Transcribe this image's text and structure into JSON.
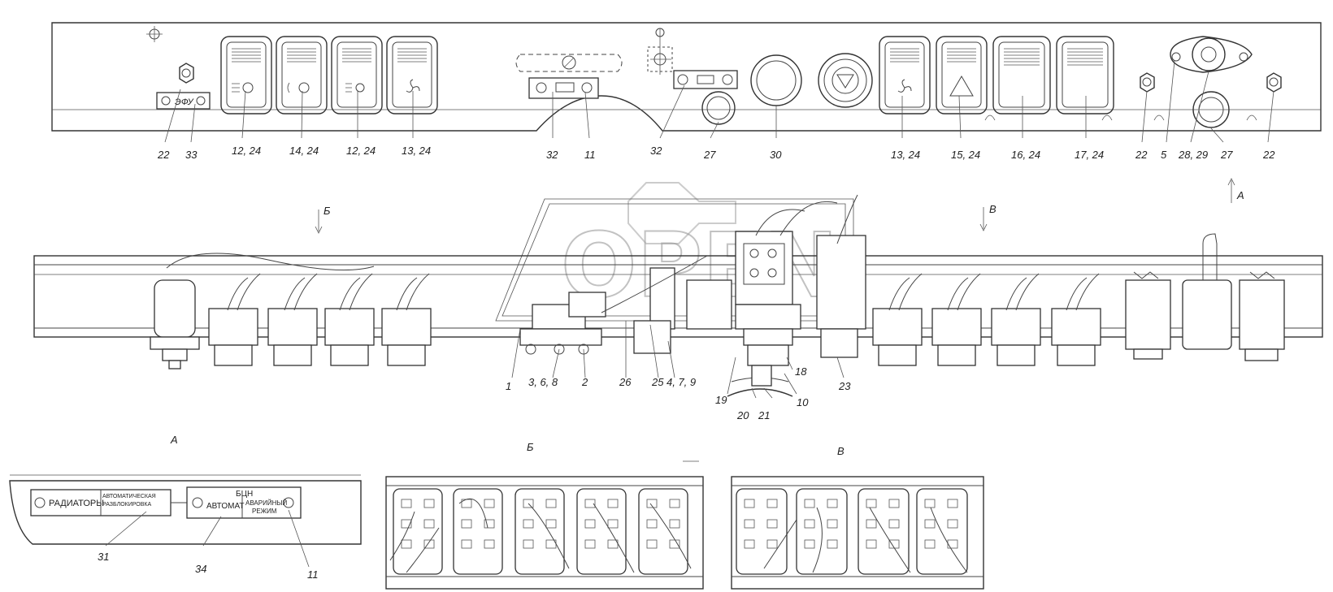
{
  "view_labels": {
    "a": "А",
    "b": "Б",
    "v": "В"
  },
  "top_panel": {
    "efu_plate": "ЭФУ",
    "callouts": [
      "22",
      "33",
      "12, 24",
      "14, 24",
      "12, 24",
      "13, 24",
      "32",
      "11",
      "32",
      "27",
      "30",
      "13, 24",
      "15, 24",
      "16, 24",
      "17, 24",
      "22",
      "5",
      "28, 29",
      "27",
      "22"
    ]
  },
  "side_view": {
    "callouts": [
      "1",
      "3, 6, 8",
      "2",
      "26",
      "25",
      "4, 7, 9",
      "19",
      "20",
      "21",
      "10",
      "18",
      "23"
    ]
  },
  "view_a": {
    "plate_radiators": "РАДИАТОРЫ",
    "plate_auto_unlock_1": "АВТОМАТИЧЕСКАЯ",
    "plate_auto_unlock_2": "РАЗБЛОКИРОВКА",
    "plate_auto": "АВТОМАТ",
    "plate_bcn": "БЦН",
    "plate_emergency_1": "АВАРИЙНЫЙ",
    "plate_emergency_2": "РЕЖИМ",
    "callouts": [
      "31",
      "34",
      "11"
    ]
  },
  "colors": {
    "line": "#333333",
    "background": "#ffffff",
    "watermark": "#9a9a9a"
  }
}
